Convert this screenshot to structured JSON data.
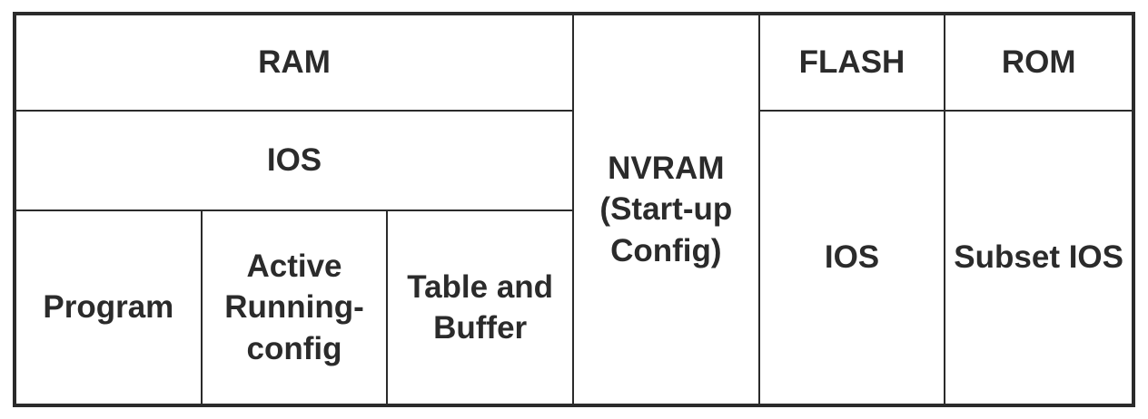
{
  "diagram": {
    "type": "router-memory-block-diagram",
    "colors": {
      "border": "#2b2b2b",
      "text": "#2b2b2b",
      "background": "#ffffff"
    },
    "cells": {
      "ram": {
        "label": "RAM"
      },
      "ram_ios": {
        "label": "IOS"
      },
      "program": {
        "label": "Program"
      },
      "active_running_config": {
        "label": "Active Running-config"
      },
      "table_and_buffer": {
        "label": "Table and Buffer"
      },
      "nvram": {
        "label": "NVRAM (Start-up Config)"
      },
      "flash": {
        "label": "FLASH"
      },
      "flash_ios": {
        "label": "IOS"
      },
      "rom": {
        "label": "ROM"
      },
      "subset_ios": {
        "label": "Subset IOS"
      }
    }
  }
}
